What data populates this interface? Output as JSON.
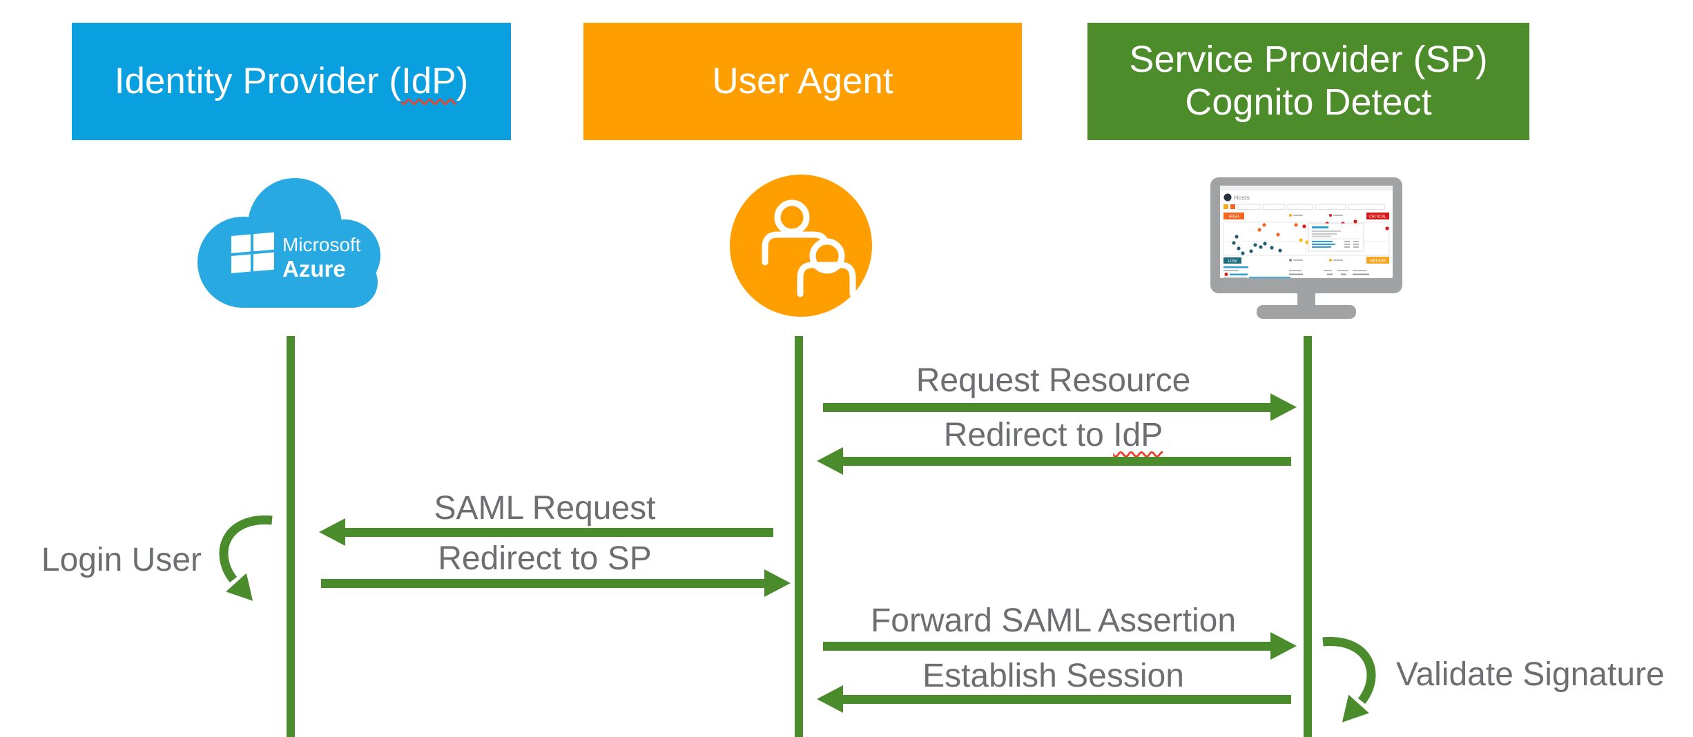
{
  "actors": {
    "idp": {
      "title_prefix": "Identity Provider (",
      "title_misspelled": "IdP",
      "title_suffix": ")",
      "box_color": "#0AA0DF"
    },
    "user_agent": {
      "title": "User Agent",
      "box_color": "#FF9E00"
    },
    "sp": {
      "title_line1": "Service Provider (SP)",
      "title_line2": "Cognito Detect",
      "box_color": "#4C8C2A"
    }
  },
  "azure_logo": {
    "line1": "Microsoft",
    "line2": "Azure",
    "cloud_color": "#29A9E1"
  },
  "monitor_screen": {
    "title": "Hosts",
    "badge_high": "HIGH",
    "badge_critical": "CRITICAL",
    "badge_low": "LOW",
    "badge_medium": "MEDIUM"
  },
  "messages": [
    {
      "label": "Request Resource",
      "direction": "right",
      "from": "user_agent",
      "to": "sp"
    },
    {
      "label_prefix": "Redirect to ",
      "label_misspelled": "IdP",
      "direction": "left",
      "from": "sp",
      "to": "user_agent"
    },
    {
      "label": "SAML Request",
      "direction": "left",
      "from": "user_agent",
      "to": "idp"
    },
    {
      "label": "Redirect to SP",
      "direction": "right",
      "from": "idp",
      "to": "user_agent"
    },
    {
      "label": "Forward SAML Assertion",
      "direction": "right",
      "from": "user_agent",
      "to": "sp"
    },
    {
      "label": "Establish Session",
      "direction": "left",
      "from": "sp",
      "to": "user_agent"
    }
  ],
  "self_actions": [
    {
      "label": "Login User",
      "actor": "idp"
    },
    {
      "label": "Validate Signature",
      "actor": "sp"
    }
  ],
  "colors": {
    "flow_green": "#4A8C2C",
    "label_gray": "#6D6E71",
    "squiggle_red": "#E8442F",
    "monitor_gray": "#A0A2A4"
  }
}
